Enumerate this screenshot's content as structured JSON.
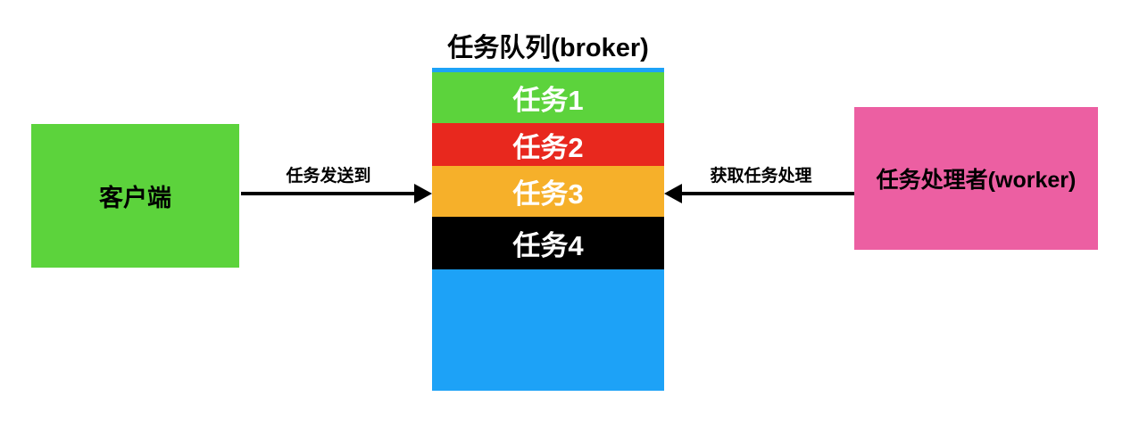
{
  "title": "任务队列(broker)",
  "client": {
    "label": "客户端",
    "color": "#5CD33C"
  },
  "worker": {
    "label": "任务处理者(worker)",
    "color": "#EC5FA2"
  },
  "queue": {
    "background": "#1DA2F7",
    "tasks": [
      {
        "label": "任务1",
        "color": "#5CD33C"
      },
      {
        "label": "任务2",
        "color": "#E8281E"
      },
      {
        "label": "任务3",
        "color": "#F6B02A"
      },
      {
        "label": "任务4",
        "color": "#000000"
      }
    ]
  },
  "arrows": {
    "send": {
      "label": "任务发送到",
      "direction": "right"
    },
    "fetch": {
      "label": "获取任务处理",
      "direction": "left"
    }
  }
}
